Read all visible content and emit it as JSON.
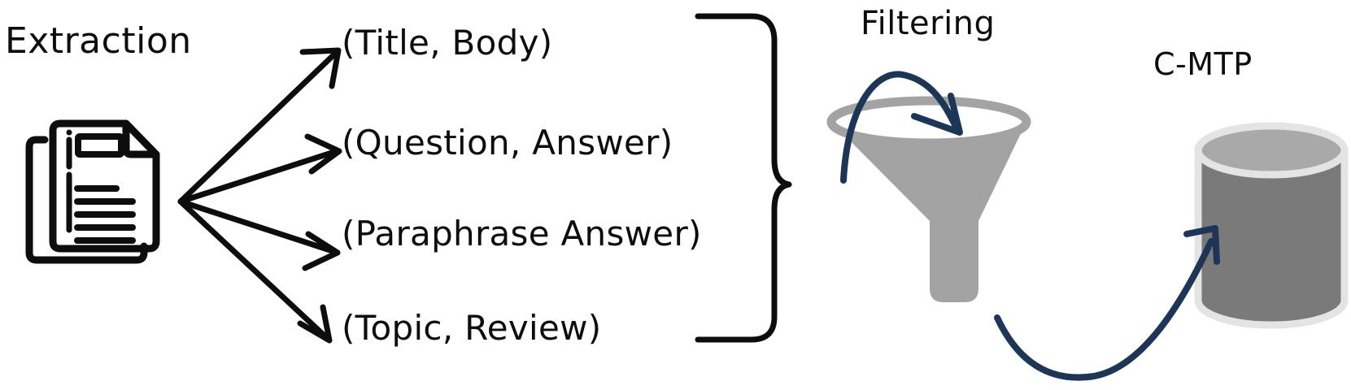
{
  "diagram": {
    "title_left": "Extraction",
    "title_middle": "Filtering",
    "title_right": "C-MTP",
    "pairs": [
      {
        "label": "(Title, Body)"
      },
      {
        "label": "(Question, Answer)"
      },
      {
        "label": "(Paraphrase Answer)"
      },
      {
        "label": "(Topic, Review)"
      }
    ],
    "icons": {
      "document_stack": "document-stack-icon",
      "funnel": "funnel-icon",
      "database_cylinder": "database-cylinder-icon",
      "brace": "right-curly-brace",
      "fan_arrows": "fan-out-arrows",
      "curved_arrow_in": "curved-arrow-into-funnel",
      "curved_arrow_out": "curved-arrow-to-database"
    },
    "colors": {
      "ink": "#0d0d0d",
      "arrow_navy": "#1d3557",
      "funnel_gray": "#a3a3a3",
      "cylinder_body": "#7a7a7a",
      "cylinder_top": "#a9a9a9",
      "cylinder_outline": "#e4e4e4",
      "background": "#ffffff"
    }
  }
}
